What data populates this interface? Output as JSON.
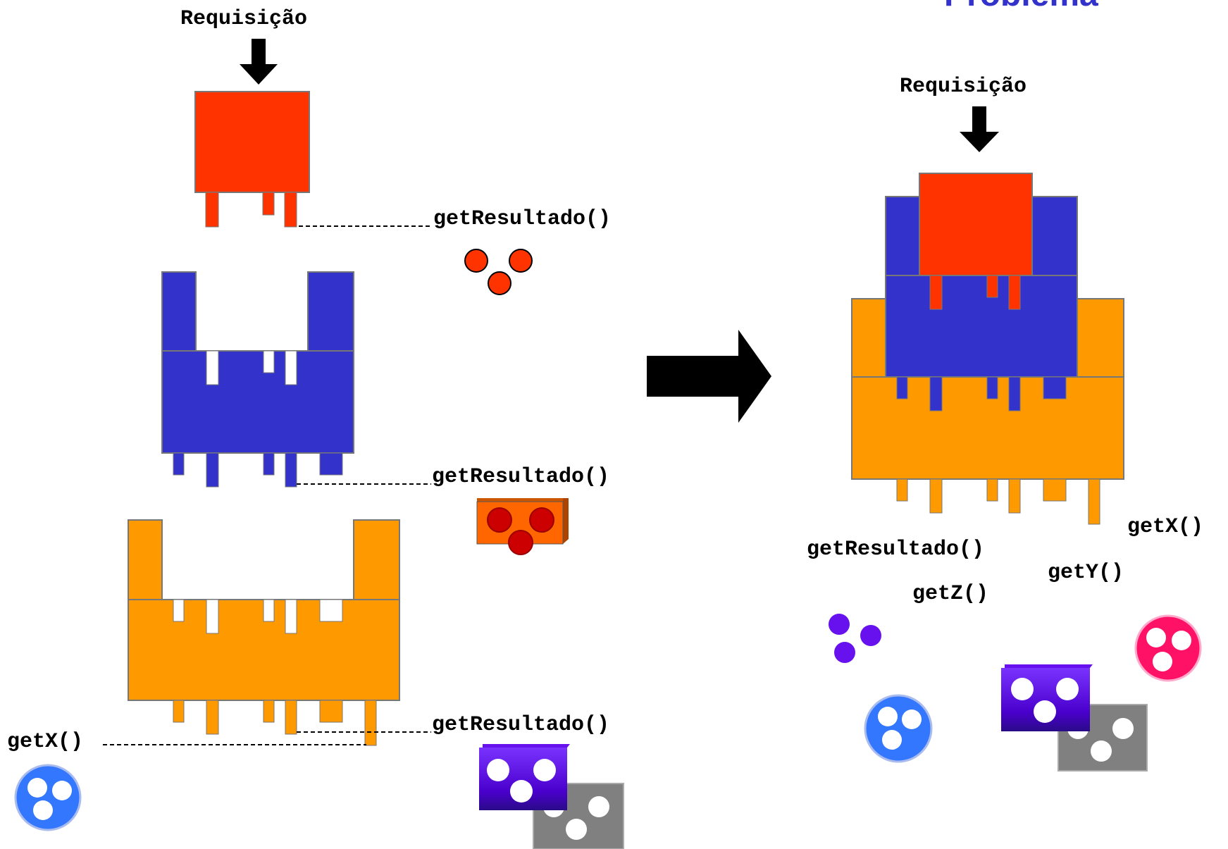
{
  "title_fragment": "Problema",
  "colors": {
    "red": "#ff3300",
    "blue": "#3333cc",
    "orange": "#ff9900",
    "title": "#3333cc",
    "white": "#ffffff",
    "gray": "#808080",
    "pink": "#ff1166",
    "purple": "#6611ee",
    "light_blue": "#3377ff"
  },
  "left": {
    "request_label": "Requisição",
    "red_result_label": "getResultado()",
    "blue_result_label": "getResultado()",
    "orange_result_label": "getResultado()",
    "orange_x_label": "getX()"
  },
  "right": {
    "request_label": "Requisição",
    "get_x_label": "getX()",
    "get_resultado_label": "getResultado()",
    "get_y_label": "getY()",
    "get_z_label": "getZ()"
  },
  "icons": {
    "down_arrow": "down-arrow-icon",
    "big_right_arrow": "right-arrow-icon",
    "three_circles": "three-dots-icon",
    "dots_box": "three-dots-box-icon",
    "dots_circle": "three-dots-circle-icon"
  }
}
